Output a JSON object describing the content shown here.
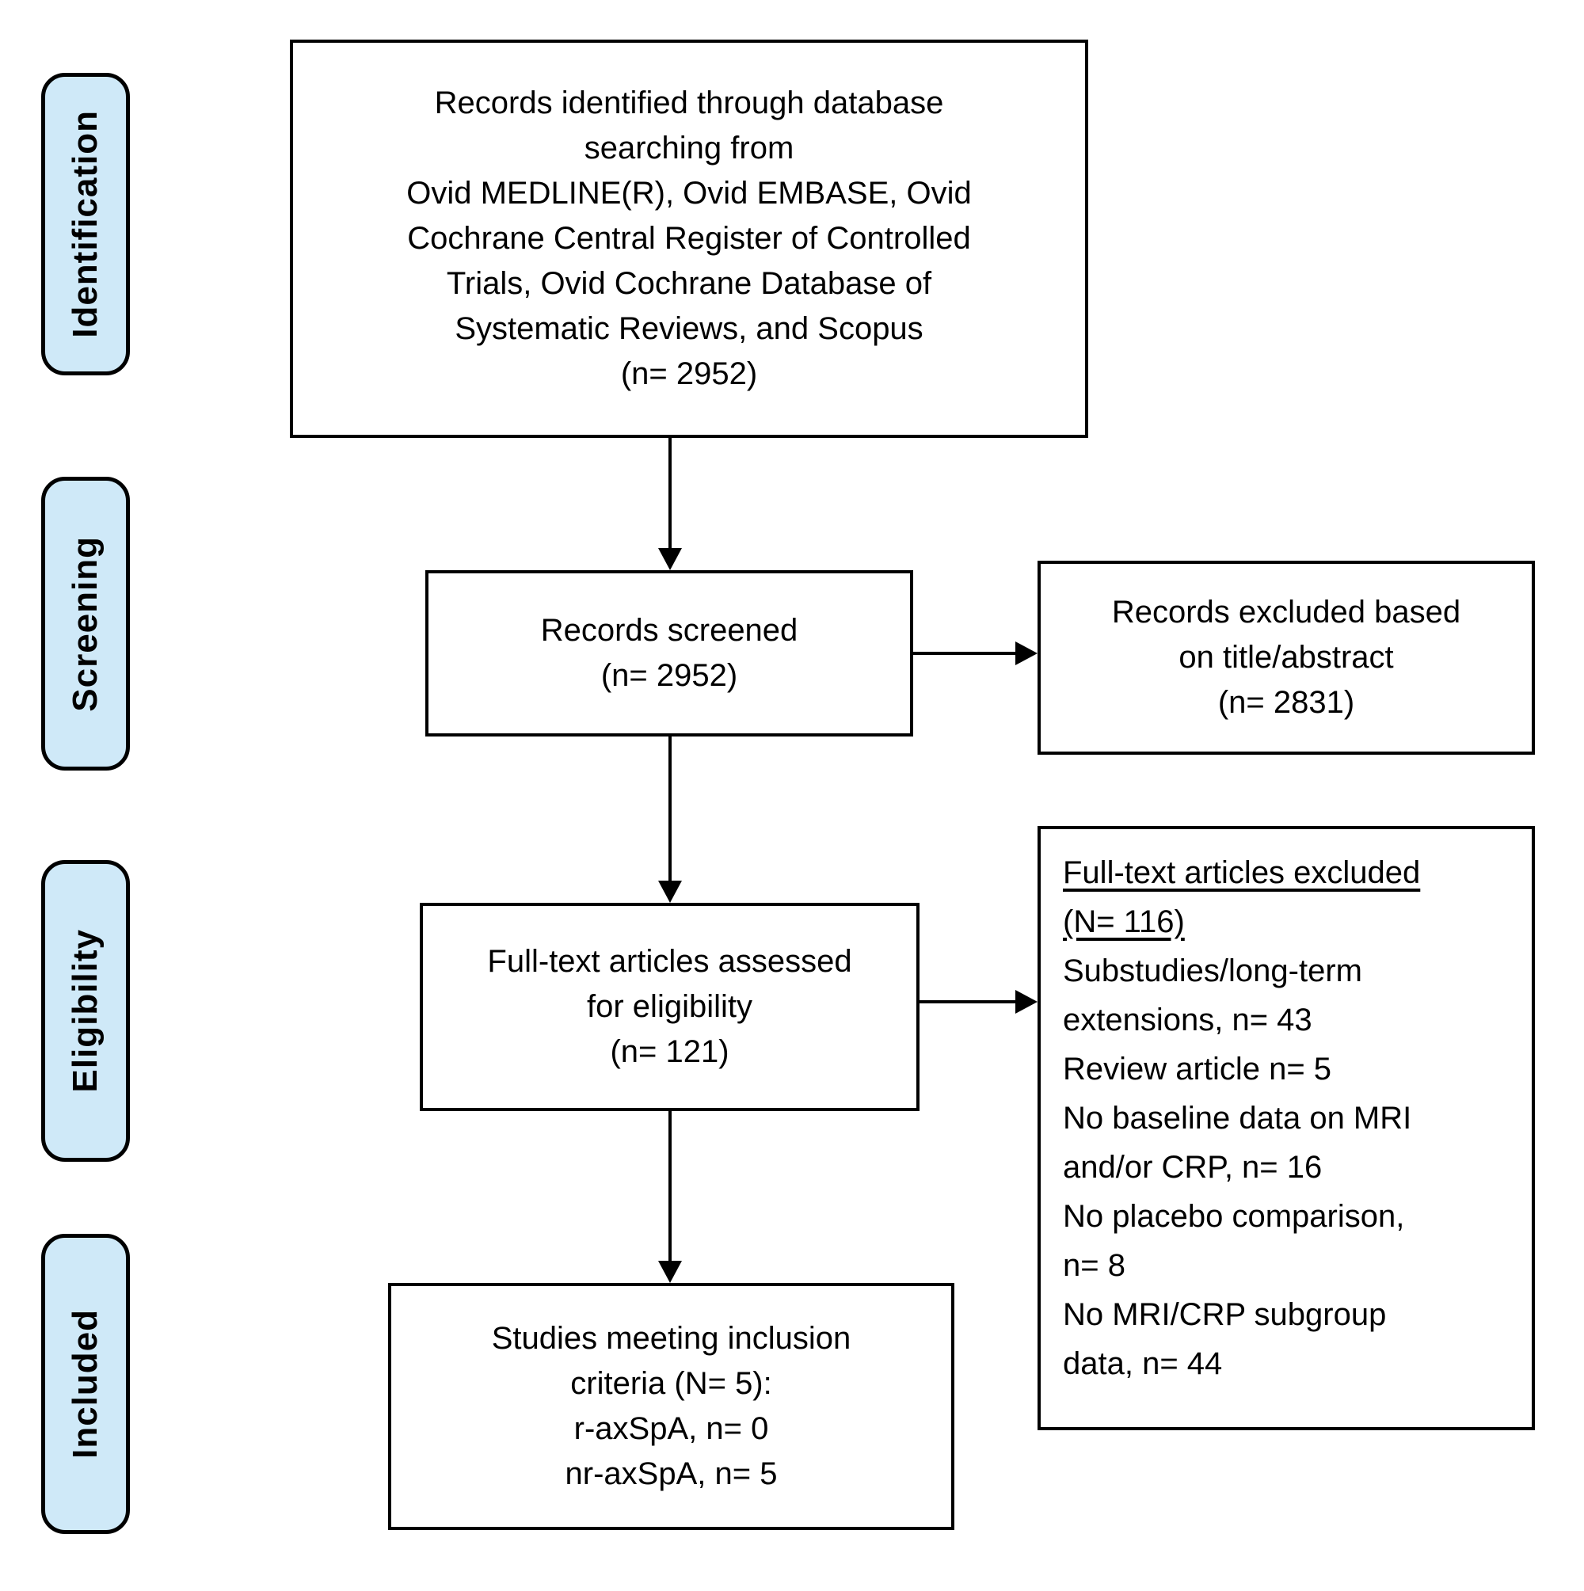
{
  "diagram": {
    "title_semantic": "PRISMA study selection flow diagram",
    "colors": {
      "stage_fill": "#cfe9f8",
      "border": "#000000",
      "background": "#ffffff"
    },
    "stages": [
      {
        "label": "Identification"
      },
      {
        "label": "Screening"
      },
      {
        "label": "Eligibility"
      },
      {
        "label": "Included"
      }
    ],
    "boxes": {
      "identified": {
        "lines": [
          "Records identified through database",
          "searching from",
          "Ovid MEDLINE(R), Ovid EMBASE, Ovid",
          "Cochrane Central Register of Controlled",
          "Trials, Ovid Cochrane Database of",
          "Systematic Reviews, and Scopus",
          "(n= 2952)"
        ]
      },
      "screened": {
        "lines": [
          "Records screened",
          "(n= 2952)"
        ]
      },
      "excluded_title_abstract": {
        "lines": [
          "Records excluded based",
          "on title/abstract",
          "(n= 2831)"
        ]
      },
      "assessed": {
        "lines": [
          "Full-text articles assessed",
          "for eligibility",
          "(n= 121)"
        ]
      },
      "excluded_fulltext": {
        "underlined_lines": [
          "Full-text articles excluded",
          "(N= 116)"
        ],
        "lines": [
          "Substudies/long-term",
          "extensions, n= 43",
          "Review article n= 5",
          "No baseline data on MRI",
          "and/or CRP, n= 16",
          "No placebo comparison,",
          "n= 8",
          "No MRI/CRP subgroup",
          "data, n= 44"
        ]
      },
      "included": {
        "lines": [
          "Studies meeting inclusion",
          "criteria (N= 5):",
          "r-axSpA, n= 0",
          "nr-axSpA, n= 5"
        ]
      }
    }
  }
}
